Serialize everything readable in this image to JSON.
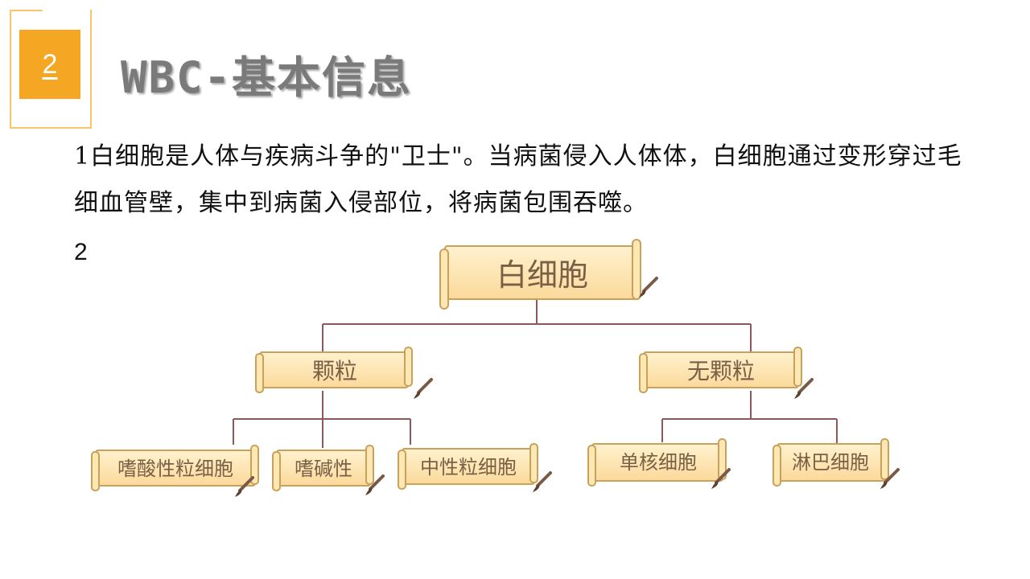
{
  "slide": {
    "number": "2",
    "title": "WBC-基本信息",
    "paragraph_1": "1白细胞是人体与疾病斗争的\"卫士\"。当病菌侵入人体体，白细胞通过变形穿过毛细血管壁，集中到病菌入侵部位，将病菌包围吞噬。",
    "paragraph_2": "2"
  },
  "diagram": {
    "root": "白细胞",
    "level1": [
      "颗粒",
      "无颗粒"
    ],
    "level2_granular": [
      "嗜酸性粒细胞",
      "嗜碱性",
      "中性粒细胞"
    ],
    "level2_agranular": [
      "单核细胞",
      "淋巴细胞"
    ]
  },
  "colors": {
    "accent": "#f5a623",
    "bracket": "#f7c66b",
    "scroll_fill": "#fde7b3",
    "scroll_edge": "#c9a15b",
    "connector": "#8a5a5a",
    "node_text": "#7b5f45"
  }
}
